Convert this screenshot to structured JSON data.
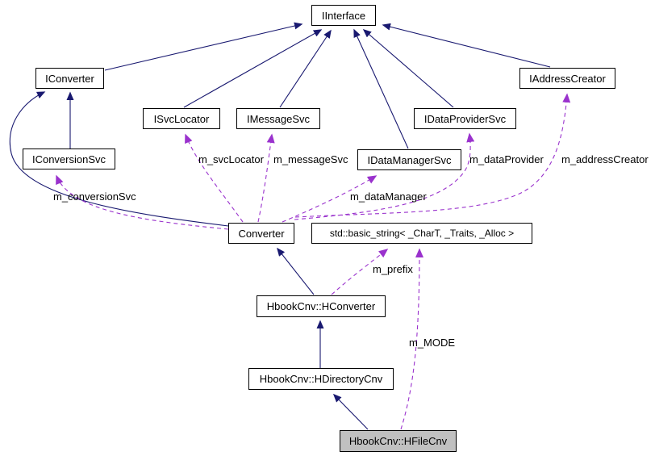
{
  "diagram": {
    "type": "collaboration-graph",
    "nodes": {
      "iinterface": {
        "label": "IInterface"
      },
      "iconverter": {
        "label": "IConverter"
      },
      "iconversionsvc": {
        "label": "IConversionSvc"
      },
      "isvclocator": {
        "label": "ISvcLocator"
      },
      "imessagesvc": {
        "label": "IMessageSvc"
      },
      "idataprovidersvc": {
        "label": "IDataProviderSvc"
      },
      "idatamanagersvc": {
        "label": "IDataManagerSvc"
      },
      "iaddresscreator": {
        "label": "IAddressCreator"
      },
      "converter": {
        "label": "Converter"
      },
      "basic_string": {
        "label": "std::basic_string< _CharT, _Traits, _Alloc >"
      },
      "hconverter": {
        "label": "HbookCnv::HConverter"
      },
      "hdirectorycnv": {
        "label": "HbookCnv::HDirectoryCnv"
      },
      "hfilecnv": {
        "label": "HbookCnv::HFileCnv"
      }
    },
    "edge_labels": {
      "m_conversionSvc": "m_conversionSvc",
      "m_svcLocator": "m_svcLocator",
      "m_messageSvc": "m_messageSvc",
      "m_dataManager": "m_dataManager",
      "m_dataProvider": "m_dataProvider",
      "m_addressCreator": "m_addressCreator",
      "m_prefix": "m_prefix",
      "m_MODE": "m_MODE"
    },
    "colors": {
      "inheritance_edge": "#191970",
      "usage_edge": "#9a32cd",
      "node_background": "#ffffff",
      "highlight_background": "#c0c0c0",
      "node_border": "#000000",
      "text": "#000000"
    }
  }
}
